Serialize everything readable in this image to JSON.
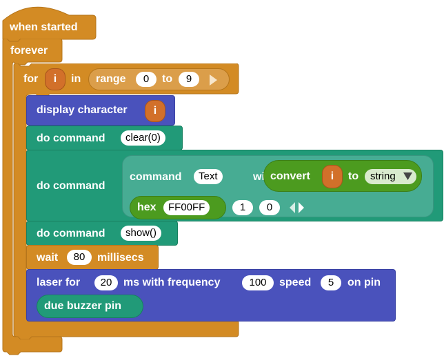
{
  "blocks": {
    "when_started": {
      "label": "when started"
    },
    "forever": {
      "label": "forever"
    },
    "for_loop": {
      "for_label": "for",
      "var": "i",
      "in_label": "in",
      "range_label": "range",
      "from": "0",
      "to_label": "to",
      "to": "9"
    },
    "display_character": {
      "label": "display character",
      "var": "i"
    },
    "do_command_clear": {
      "label": "do command",
      "value": "clear(0)"
    },
    "do_command_text": {
      "label": "do command",
      "command_label": "command",
      "command_value": "Text",
      "with_label": "with",
      "convert_label": "convert",
      "convert_var": "i",
      "to_label": "to",
      "type_selected": "string",
      "hex_label": "hex",
      "hex_value": "FF00FF",
      "arg1": "1",
      "arg2": "0"
    },
    "do_command_show": {
      "label": "do command",
      "value": "show()"
    },
    "wait": {
      "label": "wait",
      "value": "80",
      "unit": "millisecs"
    },
    "laser": {
      "label_for": "laser for",
      "ms_value": "20",
      "label_ms": "ms with frequency",
      "freq_value": "100",
      "label_speed": "speed",
      "speed_value": "5",
      "label_pin": "on pin",
      "pin_value": "due buzzer pin"
    }
  },
  "colors": {
    "control": "#D38B24",
    "display": "#4A52BC",
    "command": "#219A78",
    "logic_green": "#4C9B1F",
    "variable": "#D2702A"
  }
}
